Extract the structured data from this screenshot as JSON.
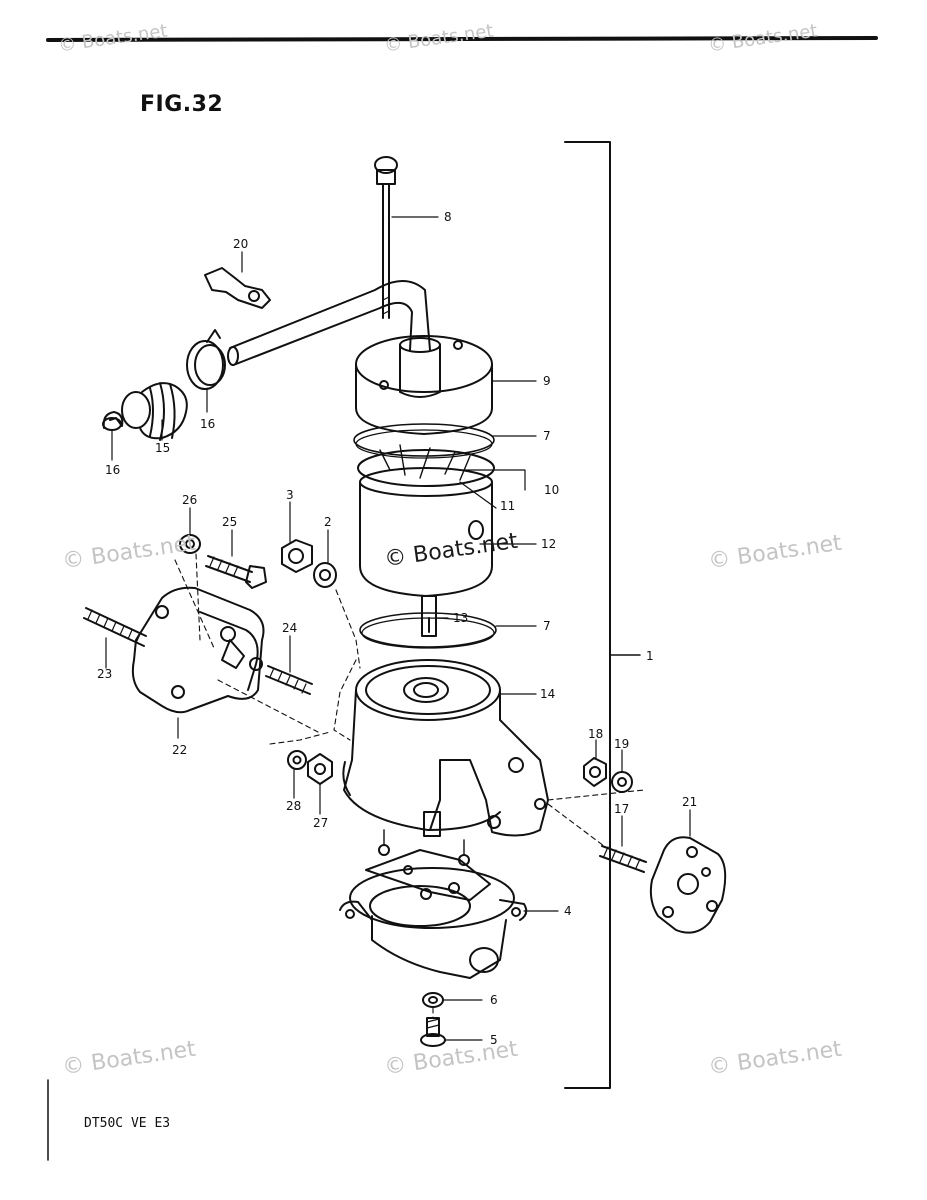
{
  "figure": {
    "title": "FIG.32",
    "model_code": "DT50C VE E3"
  },
  "watermark": {
    "text": "© Boats.net"
  },
  "callouts": [
    "1",
    "2",
    "3",
    "4",
    "5",
    "6",
    "7",
    "7",
    "8",
    "9",
    "10",
    "11",
    "12",
    "13",
    "14",
    "15",
    "16",
    "16",
    "17",
    "18",
    "19",
    "20",
    "21",
    "22",
    "23",
    "24",
    "25",
    "26",
    "27",
    "28"
  ],
  "icons": {
    "assembly": "fuel-pump-exploded-view"
  }
}
